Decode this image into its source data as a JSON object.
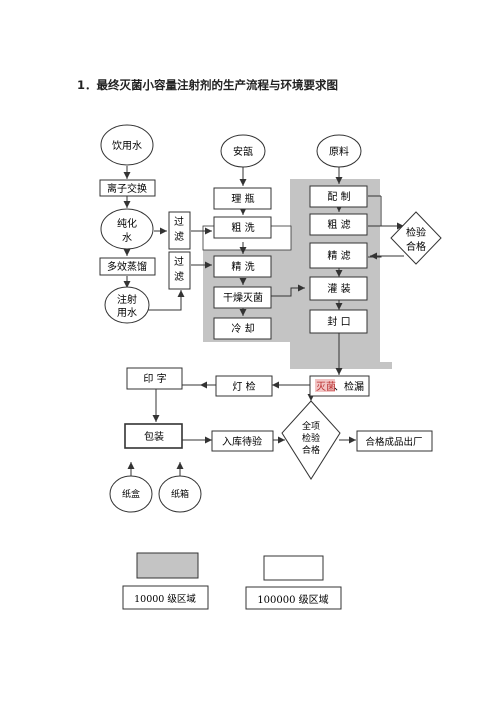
{
  "title": "1．最终灭菌小容量注射剂的生产流程与环境要求图",
  "nodes": {
    "drinking_water": "饮用水",
    "ion_exchange": "离子交换",
    "purified_water": [
      "纯化",
      "水"
    ],
    "multi_effect_distill": "多效蒸馏",
    "injection_water": [
      "注射",
      "用水"
    ],
    "filter1": [
      "过",
      "滤"
    ],
    "filter2": [
      "过",
      "滤"
    ],
    "ampoule": "安瓿",
    "raw_material": "原料",
    "sort_bottle": "理  瓶",
    "rough_wash": "粗  洗",
    "fine_wash": "精  洗",
    "dry_sterilize": "干燥灭菌",
    "cooling": "冷  却",
    "compounding": "配  制",
    "rough_filter": "粗  滤",
    "fine_filter": "精  滤",
    "filling": "灌  装",
    "sealing": "封  口",
    "inspect_pass": [
      "检验",
      "合格"
    ],
    "sterilize": "灭菌",
    "leak_check": "、检漏",
    "light_check": "灯  检",
    "printing": "印   字",
    "packing": "包装",
    "warehouse": "入库待验",
    "full_inspect": [
      "全项",
      "检验",
      "合格"
    ],
    "ship_out": "合格成品出厂",
    "paper_box": "纸盒",
    "paper_case": "纸箱"
  },
  "legend": {
    "grade_10000": "10000 级区域",
    "grade_100000": "100000 级区域"
  },
  "colors": {
    "clean_area_fill": "#c4c4c4",
    "sterilize_highlight": "#f2c4c4",
    "line": "#333333"
  }
}
